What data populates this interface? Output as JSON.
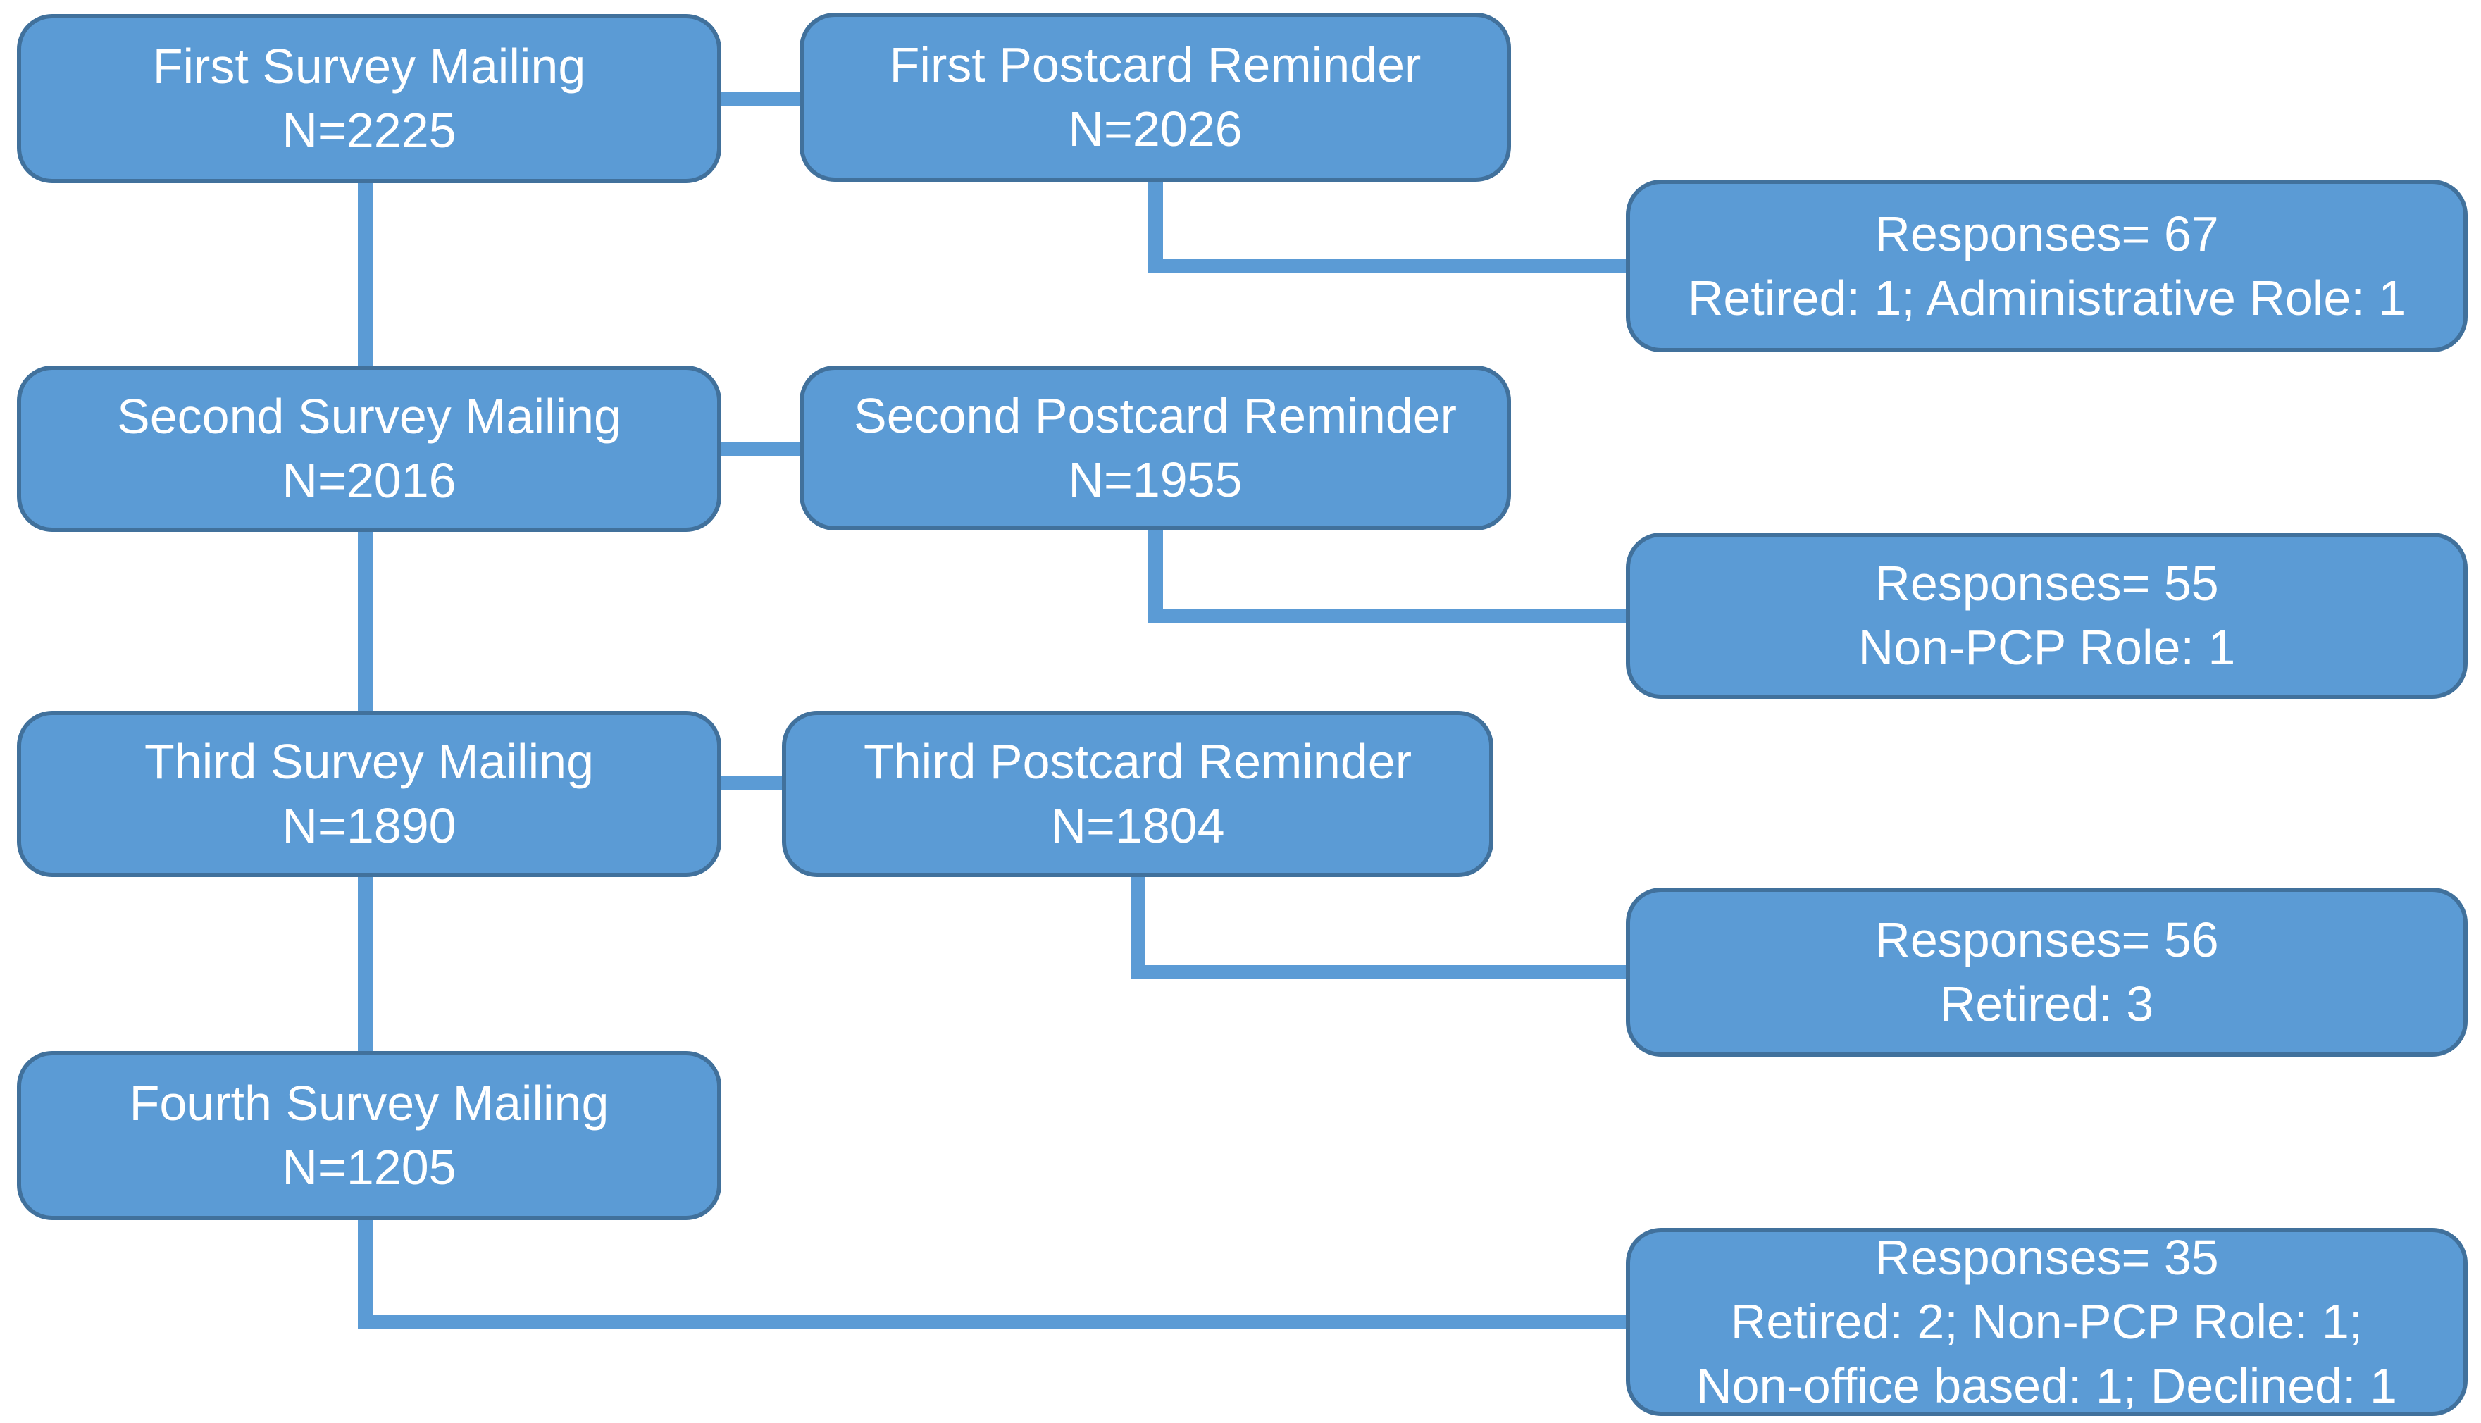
{
  "colors": {
    "box_fill": "#5B9BD5",
    "box_border": "#41719C",
    "connector_color": "#5B9BD5",
    "text_color": "#FFFFFF",
    "background": "#FFFFFF"
  },
  "nodes": {
    "survey1": {
      "lines": [
        "First Survey Mailing",
        "N=2225"
      ]
    },
    "postcard1": {
      "lines": [
        "First Postcard Reminder",
        "N=2026"
      ]
    },
    "response1": {
      "lines": [
        "Responses= 67",
        "Retired: 1; Administrative Role: 1"
      ]
    },
    "survey2": {
      "lines": [
        "Second Survey Mailing",
        "N=2016"
      ]
    },
    "postcard2": {
      "lines": [
        "Second Postcard Reminder",
        "N=1955"
      ]
    },
    "response2": {
      "lines": [
        "Responses= 55",
        "Non-PCP Role: 1"
      ]
    },
    "survey3": {
      "lines": [
        "Third Survey Mailing",
        "N=1890"
      ]
    },
    "postcard3": {
      "lines": [
        "Third Postcard Reminder",
        "N=1804"
      ]
    },
    "response3": {
      "lines": [
        "Responses= 56",
        "Retired: 3"
      ]
    },
    "survey4": {
      "lines": [
        "Fourth Survey Mailing",
        "N=1205"
      ]
    },
    "response4": {
      "lines": [
        "Responses= 35",
        "Retired: 2; Non-PCP Role: 1;",
        "Non-office based: 1; Declined: 1"
      ]
    }
  }
}
